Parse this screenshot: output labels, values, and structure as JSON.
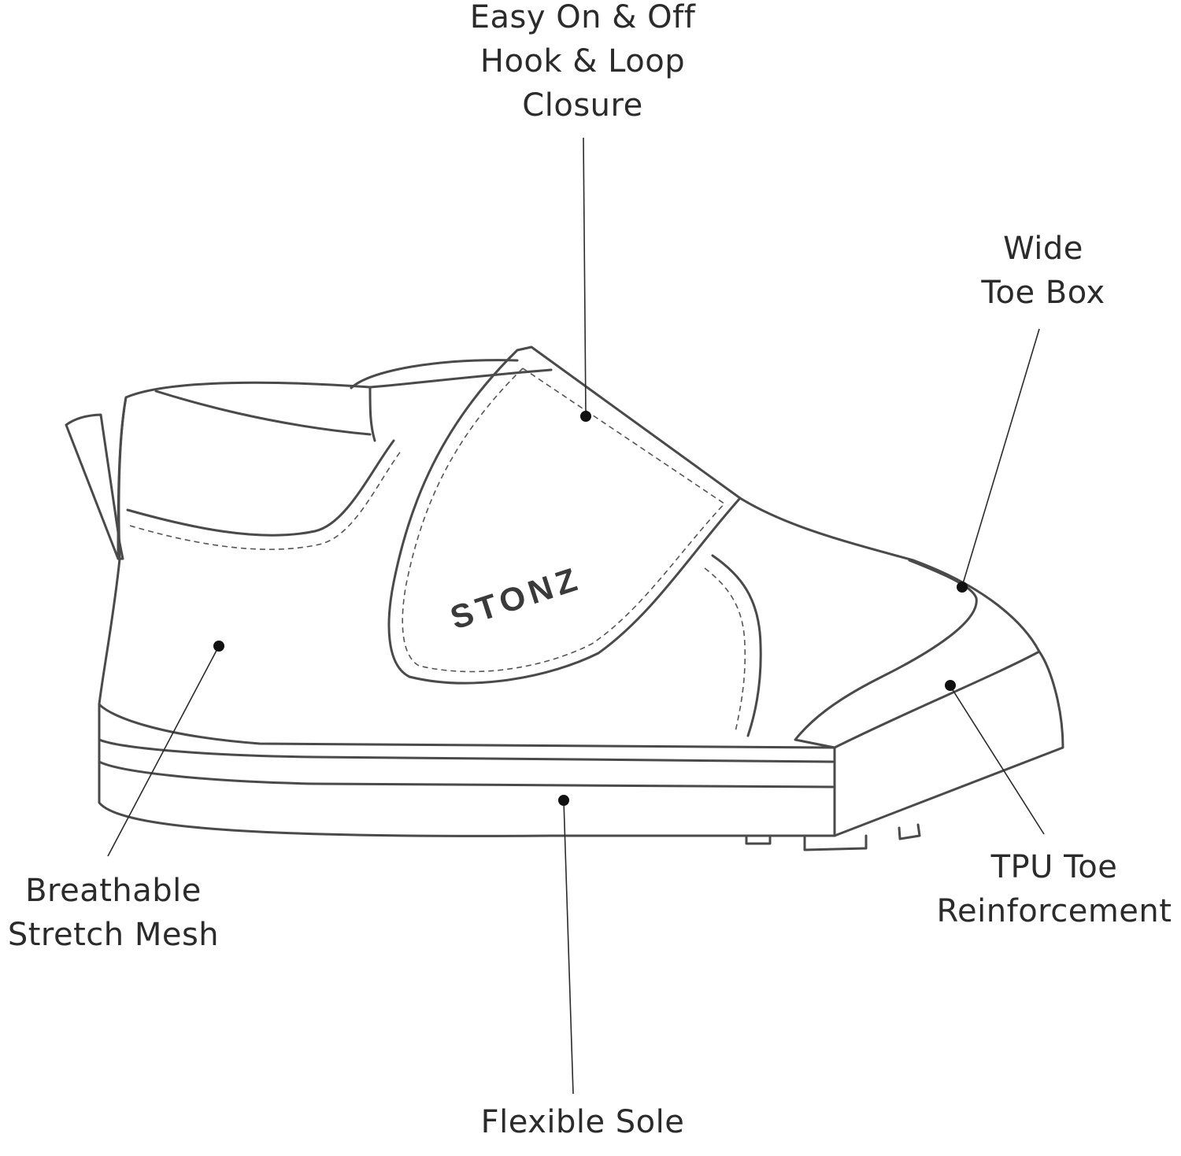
{
  "brand": {
    "logo_text": "STONZ"
  },
  "colors": {
    "outline": "#4a4a4a",
    "text": "#2b2b2b",
    "background": "#ffffff"
  },
  "callouts": {
    "closure": [
      "Easy On & Off",
      "Hook & Loop",
      "Closure"
    ],
    "toe_box": [
      "Wide",
      "Toe Box"
    ],
    "mesh": [
      "Breathable",
      "Stretch Mesh"
    ],
    "toe_reinforcement": [
      "TPU Toe",
      "Reinforcement"
    ],
    "sole": [
      "Flexible Sole"
    ]
  }
}
